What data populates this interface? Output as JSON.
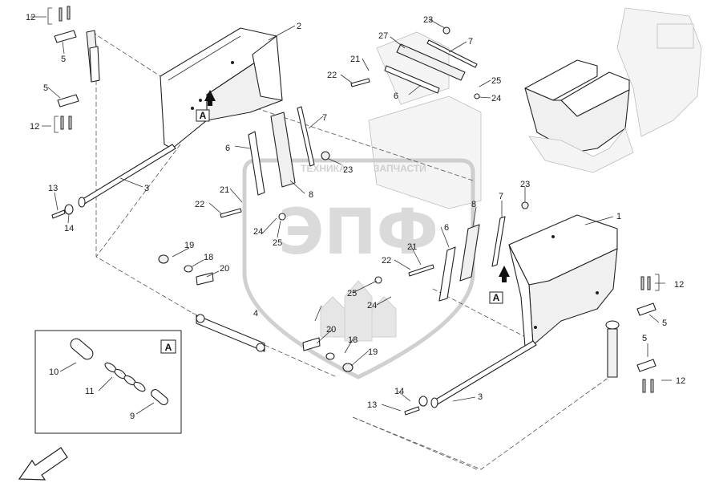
{
  "watermark": {
    "logo": "ЭПФ",
    "left_word": "ТЕХНИКА",
    "right_word": "ЗАПЧАСТИ"
  },
  "view_marker": "A",
  "labels": {
    "l1": "1",
    "l2": "2",
    "l3_left": "3",
    "l3_right": "3",
    "l4": "4",
    "l5_a": "5",
    "l5_b": "5",
    "l5_c": "5",
    "l5_d": "5",
    "l6_a": "6",
    "l6_b": "6",
    "l6_c": "6",
    "l7_a": "7",
    "l7_b": "7",
    "l7_c": "7",
    "l8_a": "8",
    "l8_b": "8",
    "l9": "9",
    "l10": "10",
    "l11": "11",
    "l12_a": "12",
    "l12_b": "12",
    "l12_c": "12",
    "l12_d": "12",
    "l13_a": "13",
    "l13_b": "13",
    "l14_a": "14",
    "l14_b": "14",
    "l18_a": "18",
    "l18_b": "18",
    "l19_a": "19",
    "l19_b": "19",
    "l20_a": "20",
    "l20_b": "20",
    "l21_a": "21",
    "l21_b": "21",
    "l21_c": "21",
    "l22_a": "22",
    "l22_b": "22",
    "l22_c": "22",
    "l23_a": "23",
    "l23_b": "23",
    "l23_c": "23",
    "l24_a": "24",
    "l24_b": "24",
    "l24_c": "24",
    "l25_a": "25",
    "l25_b": "25",
    "l25_c": "25",
    "l27": "27"
  }
}
